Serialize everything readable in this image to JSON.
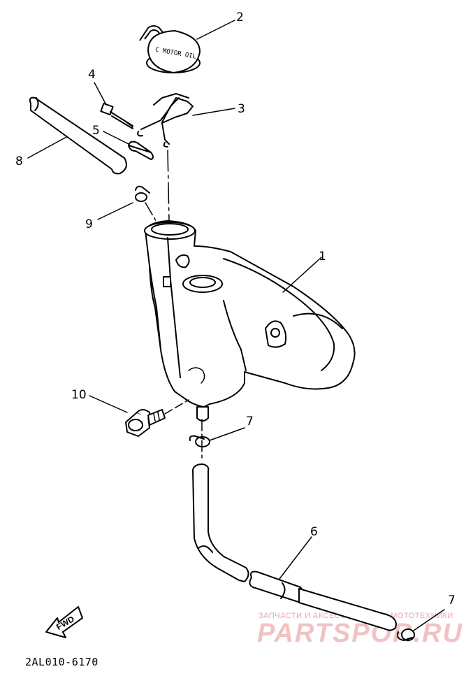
{
  "diagram": {
    "callouts": [
      {
        "id": "1",
        "label": "1"
      },
      {
        "id": "2",
        "label": "2"
      },
      {
        "id": "3",
        "label": "3"
      },
      {
        "id": "4",
        "label": "4"
      },
      {
        "id": "5",
        "label": "5"
      },
      {
        "id": "6",
        "label": "6"
      },
      {
        "id": "7a",
        "label": "7"
      },
      {
        "id": "7b",
        "label": "7"
      },
      {
        "id": "8",
        "label": "8"
      },
      {
        "id": "9",
        "label": "9"
      },
      {
        "id": "10",
        "label": "10"
      }
    ],
    "cap_text": "C MOTOR OIL",
    "fwd_label": "FWD",
    "diagram_code": "2AL010-6170"
  },
  "watermark": {
    "tagline": "ЗАПЧАСТИ И АКСЕССУАРЫ ДЛЯ МОТОТЕХНИКИ",
    "brand": "PARTSPOR.RU",
    "color": "#f2c2c2"
  }
}
